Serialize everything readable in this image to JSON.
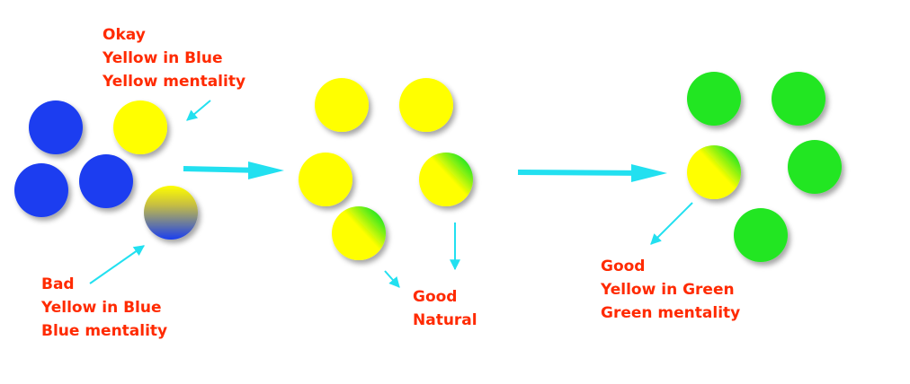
{
  "colors": {
    "blue": "#1a3ef0",
    "yellow": "#ffff00",
    "green": "#22e622",
    "arrow": "#22e0f0",
    "label": "#ff2a00"
  },
  "labels": {
    "okay": {
      "line1": "Okay",
      "line2": "Yellow in Blue",
      "line3": "Yellow mentality"
    },
    "bad": {
      "line1": "Bad",
      "line2": "Yellow in Blue",
      "line3": "Blue mentality"
    },
    "good_natural": {
      "line1": "Good",
      "line2": "Natural"
    },
    "good_green": {
      "line1": "Good",
      "line2": "Yellow in Green",
      "line3": "Green mentality"
    }
  }
}
